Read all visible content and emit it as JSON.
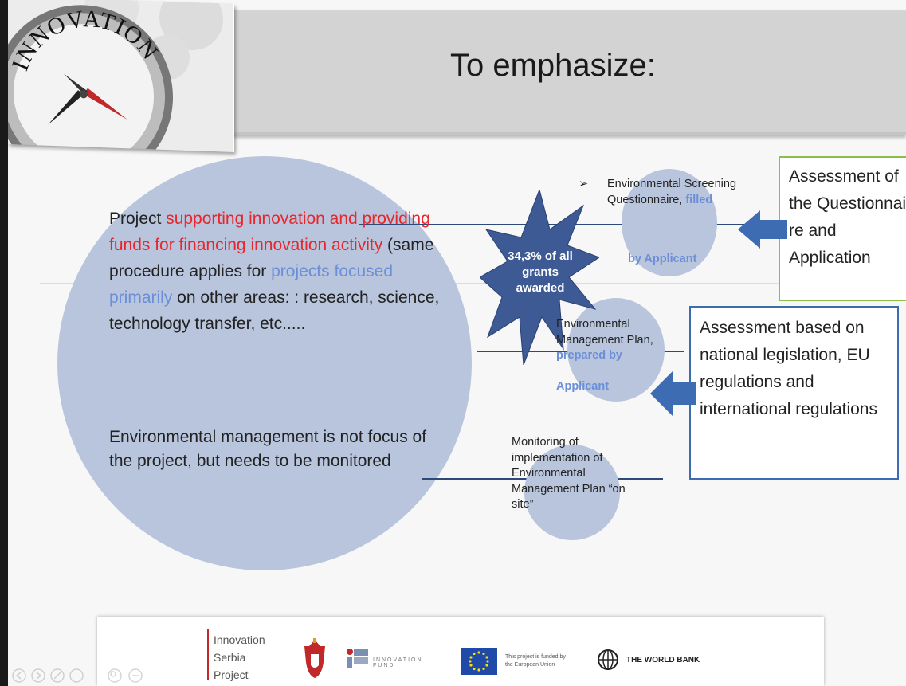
{
  "slide": {
    "title": "To emphasize:"
  },
  "logo": {
    "word": "INNOVATION"
  },
  "main_circle": {
    "intro": "Project ",
    "highlight_red": "supporting innovation and providing funds for financing innovation activity",
    "mid": " (same procedure applies for ",
    "highlight_blue": "projects focused primarily",
    "tail": " on other areas: : research, science, technology transfer, etc.....",
    "env_note": "Environmental management is not focus of the project, but needs to be monitored"
  },
  "star": {
    "label": "34,3% of all grants awarded"
  },
  "steps": {
    "screening": {
      "bullet": "➢",
      "text": "Environmental Screening Questionnaire",
      "comma": ", ",
      "filled": "filled",
      "by": "by Applicant"
    },
    "emp": {
      "text": "Environmental Management Plan",
      "comma": ", ",
      "prepared": "prepared by",
      "by": "Applicant"
    },
    "monitoring": {
      "text": "Monitoring of implementation of Environmental Management Plan “on site”"
    }
  },
  "boxes": {
    "questionnaire_assessment": "Assessment of the Questionnai re and Application",
    "legal_assessment": "Assessment based on national legislation, EU regulations and international regulations"
  },
  "footer": {
    "isp_line1": "Innovation",
    "isp_line2": "Serbia",
    "isp_line3": "Project",
    "fund": "INNOVATION FUND",
    "eu_text_1": "This project is funded by",
    "eu_text_2": "the European Union",
    "world_bank": "THE WORLD BANK"
  },
  "colors": {
    "circle": "#b8c5dd",
    "star": "#3d5a94",
    "red_highlight": "#e8262b",
    "blue_highlight": "#6a8fd8",
    "green_border": "#8dbd4a",
    "blue_border": "#3d6cb3",
    "arrow": "#3d6cb3"
  }
}
